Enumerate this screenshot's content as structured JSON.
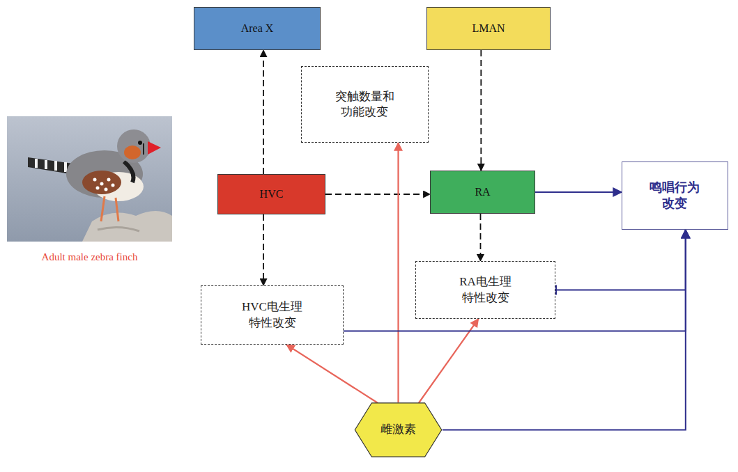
{
  "diagram": {
    "nodes": [
      {
        "text": [
          "Area X"
        ]
      },
      {
        "text": [
          "LMAN"
        ]
      },
      {
        "text": [
          "突触数量和 功能改变"
        ]
      },
      {
        "text": [
          "HVC"
        ]
      },
      {
        "text": [
          "RA"
        ]
      },
      {
        "text": [
          "鸣唱行为 改变"
        ]
      },
      {
        "text": [
          "HVC电生理 特性改变"
        ]
      },
      {
        "text": [
          "RA电生理 特性改变"
        ]
      },
      {
        "text": [
          "雌激素"
        ]
      }
    ],
    "edges": [
      {
        "from": 3,
        "to": 0,
        "arrow": "to"
      },
      {
        "from": 1,
        "to": 4,
        "arrow": "to"
      },
      {
        "from": 3,
        "to": 4,
        "arrow": "to"
      },
      {
        "from": 3,
        "to": 6,
        "arrow": "to"
      },
      {
        "from": 4,
        "to": 7,
        "arrow": "to"
      },
      {
        "from": 4,
        "to": 5,
        "arrow": "to"
      },
      {
        "from": 8,
        "to": 6,
        "arrow": "to"
      },
      {
        "from": 8,
        "to": 2,
        "arrow": "to"
      },
      {
        "from": 8,
        "to": 7,
        "arrow": "to"
      },
      {
        "from": 8,
        "to": 5,
        "arrow": "to"
      },
      {
        "from": 6,
        "to": 5,
        "arrow": "to"
      },
      {
        "from": 7,
        "to": 5,
        "arrow": "to"
      }
    ],
    "labels": [
      "Adult male zebra finch"
    ]
  }
}
